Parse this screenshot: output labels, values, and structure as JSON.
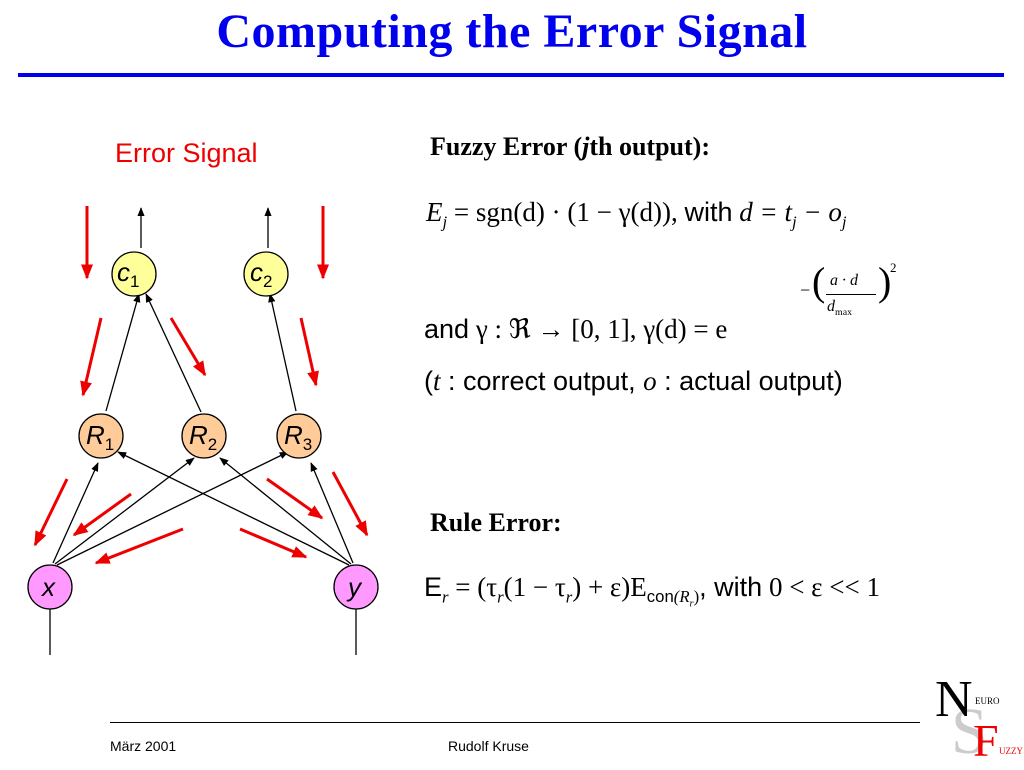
{
  "slide": {
    "title": "Computing the Error Signal"
  },
  "diagram": {
    "error_signal_label": "Error Signal",
    "nodes": {
      "c1": {
        "letter": "c",
        "sub": "1"
      },
      "c2": {
        "letter": "c",
        "sub": "2"
      },
      "r1": {
        "letter": "R",
        "sub": "1"
      },
      "r2": {
        "letter": "R",
        "sub": "2"
      },
      "r3": {
        "letter": "R",
        "sub": "3"
      },
      "x": {
        "letter": "x"
      },
      "y": {
        "letter": "y"
      }
    },
    "colors": {
      "output_node": "#ffff99",
      "rule_node": "#ffcc99",
      "input_node": "#ff99ff",
      "error_arrow": "#ee0000",
      "title": "#0000ee"
    }
  },
  "fuzzy_error": {
    "heading_pre": "Fuzzy Error (",
    "heading_j": "j",
    "heading_post": "th output):",
    "eq1_lhs": "E",
    "eq1_lhs_sub": "j",
    "eq1_rhs": "= sgn(d) · (1 − γ(d)),",
    "eq1_with": "with",
    "eq1_def": "d = t",
    "eq1_def_sub1": "j",
    "eq1_def_mid": " − o",
    "eq1_def_sub2": "j",
    "eq2_and": "and",
    "eq2_map": "γ : ℜ → [0, 1],  γ(d) = e",
    "eq2_exp_num": "a · d",
    "eq2_exp_den": "d",
    "eq2_exp_den_sub": "max",
    "eq2_exp_power": "2",
    "eq2_exp_minus": "−",
    "note_open": "(",
    "note_t": "t",
    "note_t_text": " : correct output, ",
    "note_o": "o",
    "note_o_text": " : actual output)"
  },
  "rule_error": {
    "heading": "Rule Error:",
    "lhs": "E",
    "lhs_sub": "r",
    "rhs": "= (τ",
    "rhs_sub1": "r",
    "rhs_mid": "(1 − τ",
    "rhs_sub2": "r",
    "rhs_end": ") + ε)E",
    "rhs_con": "con",
    "rhs_con_arg": "(R",
    "rhs_con_arg_sub": "r",
    "rhs_con_close": ")",
    "with": ", with",
    "condition": "0 < ε << 1"
  },
  "footer": {
    "date": "März 2001",
    "author": "Rudolf Kruse"
  },
  "logo": {
    "n": "N",
    "euro": "EURO",
    "s": "S",
    "f": "F",
    "uzzy": "UZZY"
  }
}
